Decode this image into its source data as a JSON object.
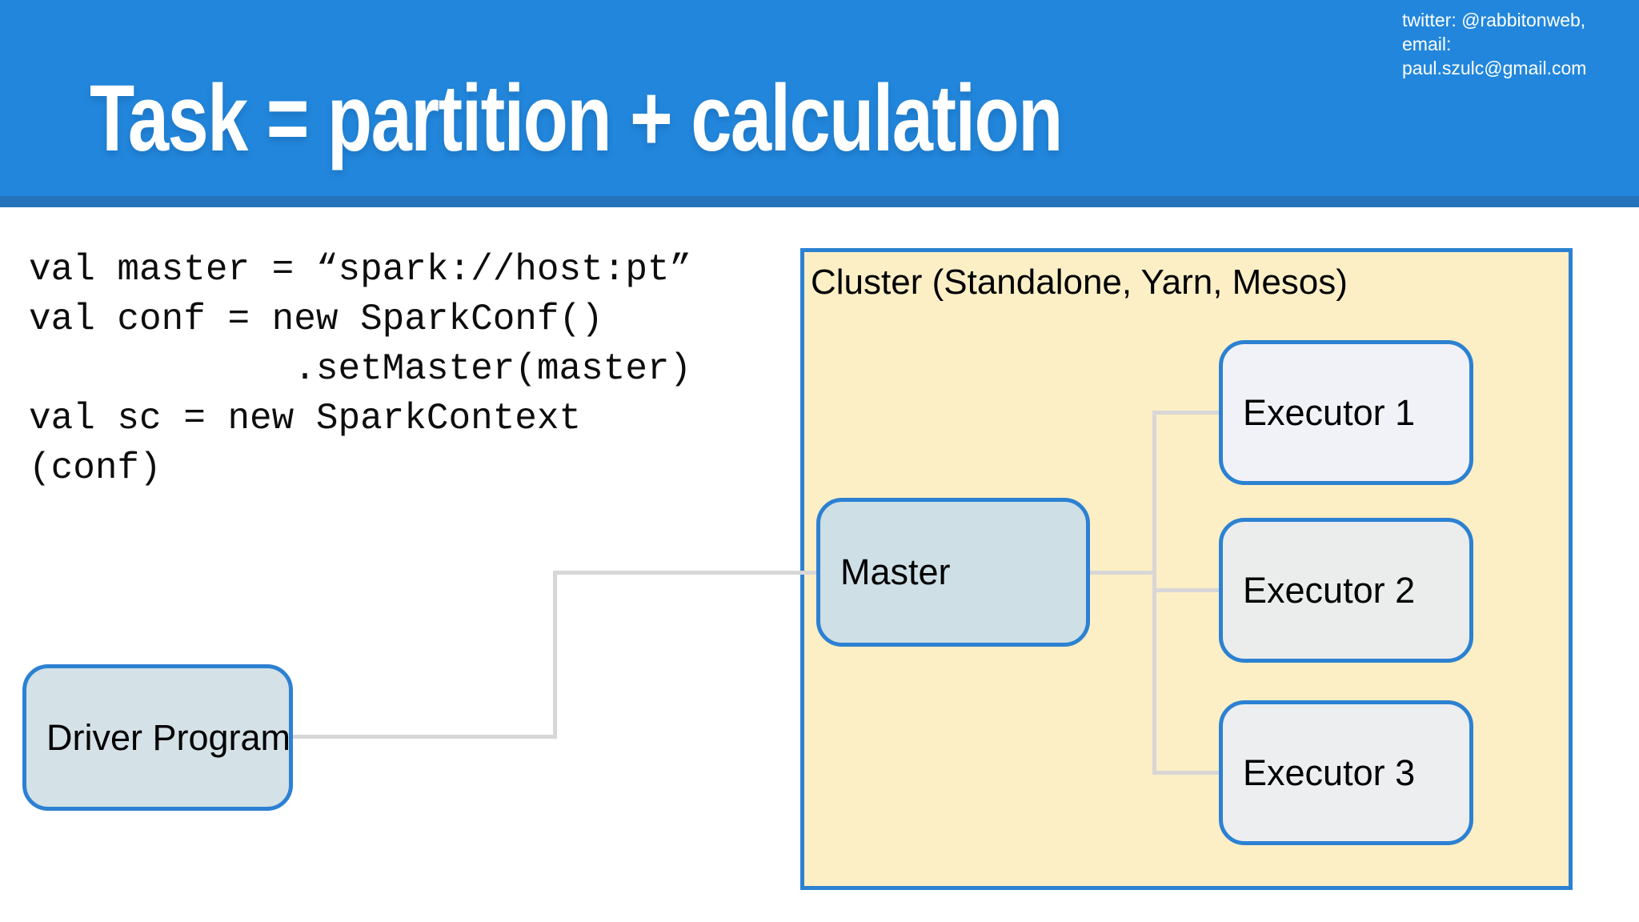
{
  "header": {
    "title": "Task = partition + calculation",
    "credits": {
      "twitter": "twitter: @rabbitonweb,",
      "email": "email: paul.szulc@gmail.com"
    }
  },
  "code": {
    "lines": [
      "val master = “spark://host:pt”",
      "val conf = new SparkConf()",
      "            .setMaster(master)",
      "val sc = new SparkContext",
      "(conf)"
    ]
  },
  "diagram": {
    "cluster_label": "Cluster (Standalone, Yarn, Mesos)",
    "nodes": {
      "driver": "Driver Program",
      "master": "Master",
      "executors": [
        "Executor 1",
        "Executor 2",
        "Executor 3"
      ]
    },
    "colors": {
      "header_blue": "#2287DC",
      "header_stripe_blue": "#2473BB",
      "cluster_background": "#FCEFC6",
      "node_border_blue": "#2C81D2",
      "driver_master_fill": "#D1E0E6",
      "executor_fill": "#EFF0F4",
      "connector_gray": "#D8D6D6",
      "title_text": "#FFFFFF",
      "body_text": "#000000"
    }
  }
}
